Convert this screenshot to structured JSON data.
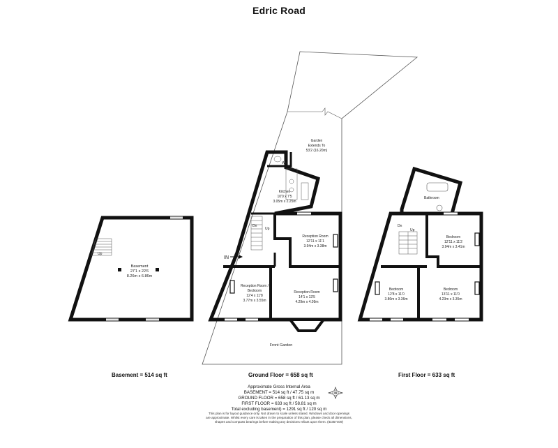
{
  "title": "Edric Road",
  "floors": {
    "basement": {
      "label": "Basement = 514 sq ft",
      "room": {
        "name": "Basement",
        "size_imp": "27'1 x 22'6",
        "size_met": "8.26m x 6.86m"
      },
      "stair_label": "Up"
    },
    "ground": {
      "label": "Ground Floor = 658 sq ft",
      "garden": {
        "name": "Garden",
        "line2": "Extends To",
        "line3": "53'2 (16.20m)"
      },
      "wc": "Wc",
      "kitchen": {
        "name": "Kitchen",
        "size_imp": "10'0 x 7'5",
        "size_met": "3.05m x 2.25m"
      },
      "reception_rear": {
        "name": "Reception Room",
        "size_imp": "12'11 x 11'1",
        "size_met": "3.94m x 3.38m"
      },
      "reception_bed": {
        "name": "Reception Room /",
        "name2": "Bedroom",
        "size_imp": "12'4 x 11'8",
        "size_met": "3.77m x 3.55m"
      },
      "reception_front": {
        "name": "Reception Room",
        "size_imp": "14'1 x 13'5",
        "size_met": "4.29m x 4.09m"
      },
      "front_garden": "Front Garden",
      "entrance": "IN",
      "stair_up": "Up",
      "stair_dn": "Dn"
    },
    "first": {
      "label": "First Floor = 633 sq ft",
      "bathroom": "Bathroom",
      "bedroom_rear": {
        "name": "Bedroom",
        "size_imp": "12'11 x 11'2",
        "size_met": "3.94m x 3.41m"
      },
      "bedroom_left": {
        "name": "Bedroom",
        "size_imp": "12'8 x 11'0",
        "size_met": "3.86m x 3.36m"
      },
      "bedroom_right": {
        "name": "Bedroom",
        "size_imp": "13'11 x 11'0",
        "size_met": "4.23m x 3.35m"
      },
      "stair_dn": "Dn",
      "stair_up": "Up"
    }
  },
  "area_summary": {
    "heading": "Approximate Gross Internal Area",
    "basement": "BASEMENT = 514 sq ft / 47.75 sq m",
    "ground": "GROUND FLOOR = 658 sq ft / 61.13 sq m",
    "first": "FIRST FLOOR = 633 sq ft / 58.81 sq m",
    "total": "Total excluding basement) = 1291 sq ft / 120 sq m"
  },
  "compass_letter": "N",
  "disclaimer": {
    "line1": "This plan is for layout guidance only. Not drawn to scale unless stated. Windows and door openings",
    "line2": "are approximate. Whilst every care is taken in the preparation of this plan, please check all dimensions,",
    "line3": "shapes and compass bearings before making any decisions reliant upon them. (ID357409)"
  }
}
